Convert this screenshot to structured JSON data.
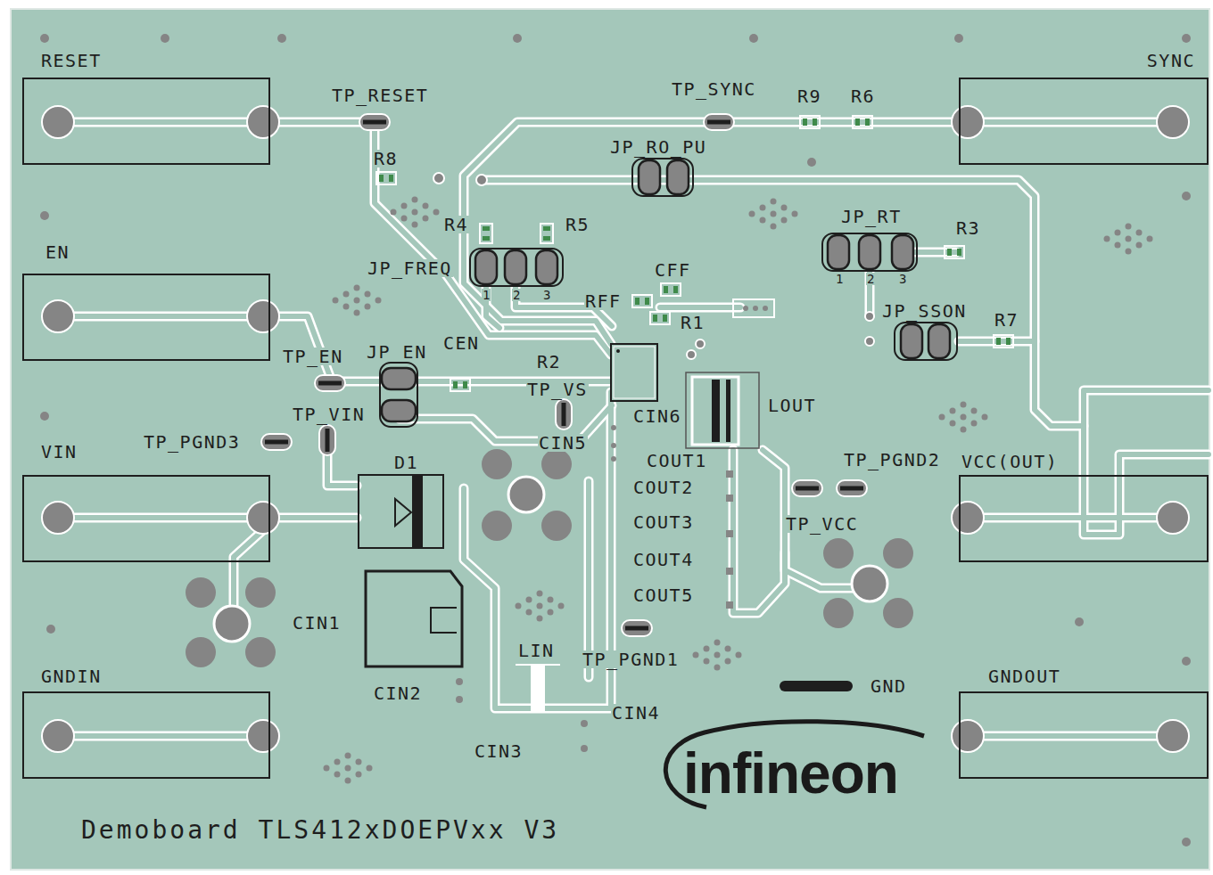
{
  "diagram": {
    "nodes": [
      {
        "text": [
          "RESET"
        ]
      },
      {
        "text": [
          "EN"
        ]
      },
      {
        "text": [
          "VIN"
        ]
      },
      {
        "text": [
          "GNDIN"
        ]
      },
      {
        "text": [
          "SYNC"
        ]
      },
      {
        "text": [
          "VCC(OUT)"
        ]
      },
      {
        "text": [
          "GNDOUT"
        ]
      }
    ],
    "labels": [
      "TP_RESET",
      "TP_SYNC",
      "R9",
      "R6",
      "R8",
      "JP_RO_PU",
      "R4",
      "R5",
      "JP_FREQ",
      "1",
      "2",
      "3",
      "JP_RT",
      "R3",
      "1",
      "2",
      "3",
      "CFF",
      "RFF",
      "R1",
      "JP_SSON",
      "R7",
      "TP_EN",
      "JP_EN",
      "CEN",
      "R2",
      "TP_VS",
      "CIN6",
      "LOUT",
      "TP_VIN",
      "TP_PGND3",
      "D1",
      "CIN5",
      "COUT1",
      "COUT2",
      "COUT3",
      "COUT4",
      "COUT5",
      "TP_PGND2",
      "TP_VCC",
      "CIN1",
      "CIN2",
      "LIN",
      "TP_PGND1",
      "GND",
      "CIN4",
      "CIN3",
      "infineon",
      "Demoboard TLS412xDOEPVxx V3"
    ]
  }
}
